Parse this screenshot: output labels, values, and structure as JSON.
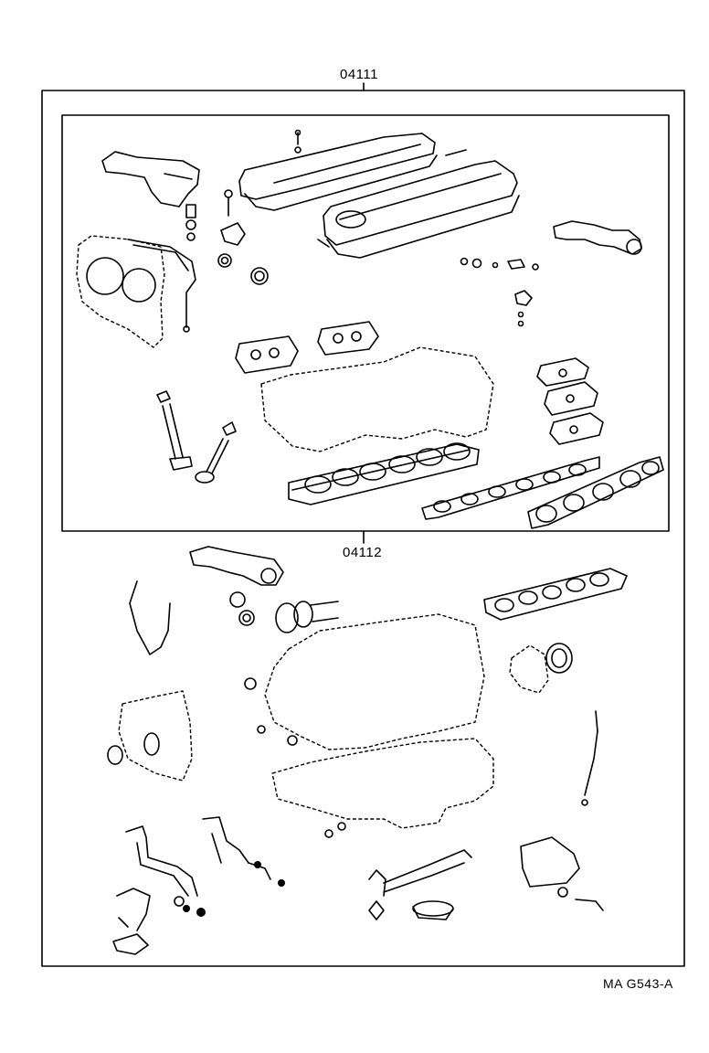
{
  "labels": {
    "outer_set": "04111",
    "inner_set": "04112",
    "figure_code": "MA G543-A"
  }
}
